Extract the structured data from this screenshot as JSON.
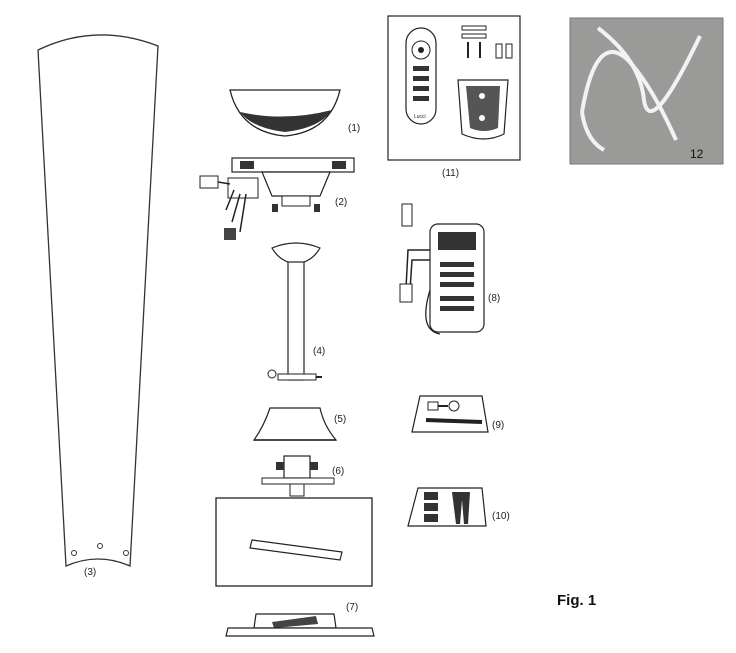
{
  "figure": {
    "caption": "Fig. 1",
    "parts": [
      {
        "id": "blade",
        "label": "(3)"
      },
      {
        "id": "canopy-bowl",
        "label": "(1)"
      },
      {
        "id": "mount-bracket",
        "label": "(2)"
      },
      {
        "id": "downrod",
        "label": "(4)"
      },
      {
        "id": "canopy-cover",
        "label": "(5)"
      },
      {
        "id": "hanger-ball",
        "label": "(6)"
      },
      {
        "id": "motor-housing",
        "label": "(7)"
      },
      {
        "id": "receiver",
        "label": "(8)"
      },
      {
        "id": "screw-bag",
        "label": "(9)"
      },
      {
        "id": "blade-bag",
        "label": "(10)"
      },
      {
        "id": "remote-kit",
        "label": "(11)"
      },
      {
        "id": "cable-photo",
        "label": "12"
      }
    ],
    "remote_brand": "Lucci"
  }
}
